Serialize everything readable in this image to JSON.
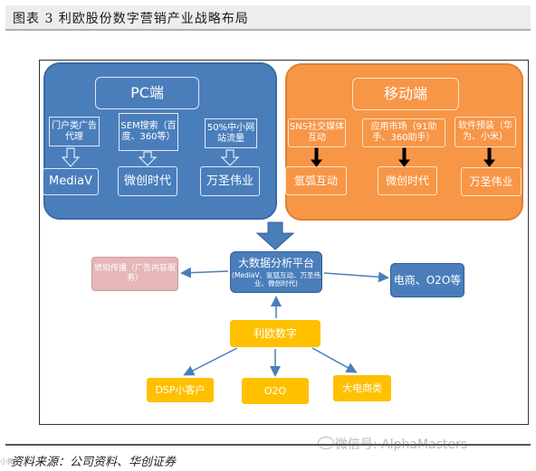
{
  "title": "图表 3 利欧股份数字营销产业战略布局",
  "pc": {
    "head": "PC端",
    "sub": [
      "门户类广告代理",
      "SEM搜索（百度、360等）",
      "50%中小网站流量"
    ],
    "res": [
      "MediaV",
      "微创时代",
      "万圣伟业"
    ]
  },
  "mobile": {
    "head": "移动端",
    "sub": [
      "SNS社交媒体互动",
      "应用市场（91助手、360助手）",
      "软件预装（华为、小米）"
    ],
    "res": [
      "氩弧互动",
      "微创时代",
      "万圣伟业"
    ]
  },
  "center": {
    "title": "大数据分析平台",
    "detail": "(MediaV、氩弧互动、万圣伟业、微创时代)"
  },
  "pink": "琥珀传播（广告内容服务）",
  "ecom": "电商、O2O等",
  "liou": "利欧数字",
  "bottom": [
    "DSP小客户",
    "O2O",
    "大电商类"
  ],
  "source": "资料来源：公司资料、华创证券",
  "watermark": "微信号: AlphaMasters",
  "corner": "小微"
}
